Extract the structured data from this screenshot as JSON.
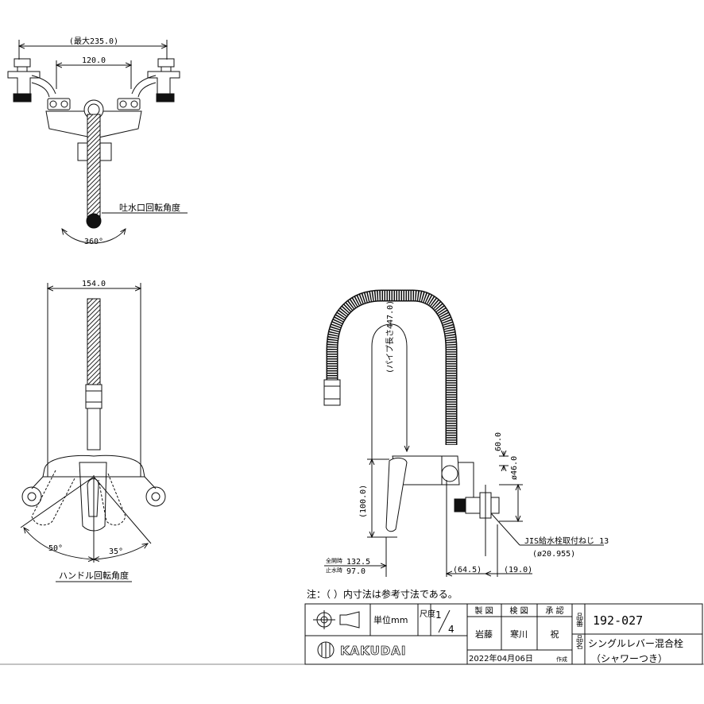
{
  "top_view": {
    "dim_max_width": "(最大235.0)",
    "dim_pitch": "120.0",
    "spout_rotation_label": "吐水口回転角度",
    "spout_angle": "360°"
  },
  "front_view": {
    "dim_width": "154.0",
    "handle_rotation_label": "ハンドル回転角度",
    "angle_left": "50°",
    "angle_right": "35°"
  },
  "side_view": {
    "pipe_length": "(パイプ長さ447.0)",
    "dim_60": "60.0",
    "dim_46": "ø46.0",
    "dim_100": "(100.0)",
    "thread_note": "JIS給水栓取付ねじ 13",
    "thread_dia": "(ø20.955)",
    "full_open_label": "全開時",
    "full_open_value": "132.5",
    "stop_label": "止水時",
    "stop_value": "97.0",
    "dim_645": "(64.5)",
    "dim_190": "(19.0)"
  },
  "note": "注：（ ）内寸法は参考寸法である。",
  "title_block": {
    "unit": "単位mm",
    "scale_label": "尺度",
    "scale_num": "1",
    "scale_den": "4",
    "drawn_header": "製 図",
    "checked_header": "検 図",
    "approved_header": "承 認",
    "drawn_by": "岩藤",
    "checked_by": "寒川",
    "approved_by": "祝",
    "part_no_label": "品番",
    "part_no": "192-027",
    "product_label": "品名",
    "product_name_1": "シングルレバー混合栓",
    "product_name_2": "（シャワーつき）",
    "date": "2022年04月06日",
    "date_suffix": "作成",
    "brand": "KAKUDAI"
  }
}
